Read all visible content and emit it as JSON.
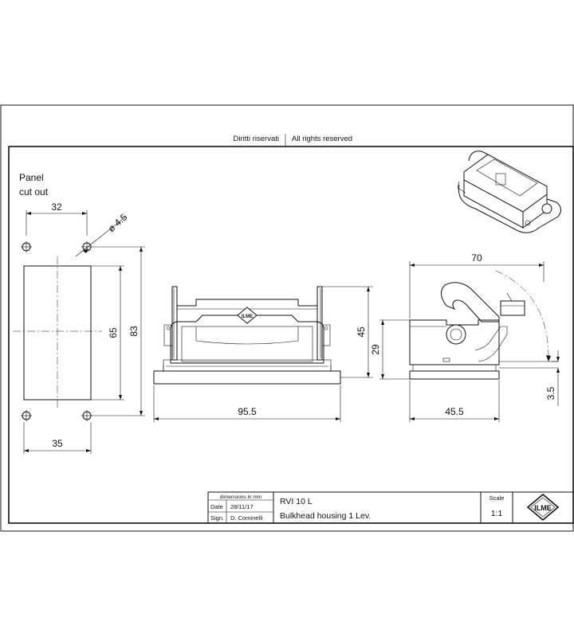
{
  "header": {
    "rights_it": "Diritti riservati",
    "rights_en": "All rights reserved"
  },
  "panel_cutout": {
    "title_line1": "Panel",
    "title_line2": "cut out",
    "dim_hole_spacing_top": "32",
    "dim_hole_diameter": "ø 4.5",
    "dim_height_inner": "65",
    "dim_height_outer": "83",
    "dim_width_bottom": "35"
  },
  "front_view": {
    "dim_width": "95.5",
    "dim_height": "45"
  },
  "side_view": {
    "dim_overall_length": "70",
    "dim_height": "29",
    "dim_base_length": "45.5",
    "dim_flange": "3.5"
  },
  "title_block": {
    "dimensions_note": "dimensions in mm",
    "date_label": "Date",
    "date_value": "28/11/17",
    "sign_label": "Sign.",
    "sign_value": "D. Cominelli",
    "part_number": "RVI 10 L",
    "description": "Bulkhead housing 1 Lev.",
    "scale_label": "Scale",
    "scale_value": "1:1",
    "logo_text": "ILME"
  }
}
